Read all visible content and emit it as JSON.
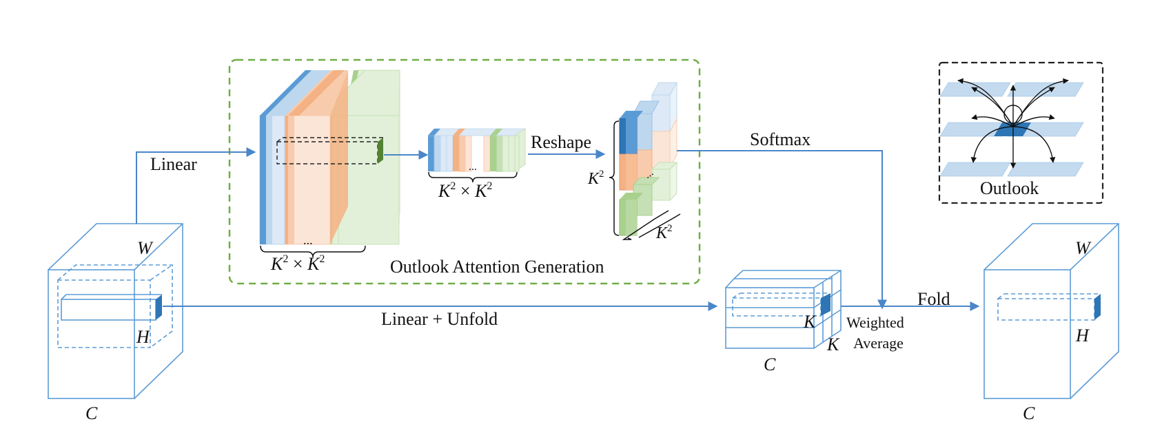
{
  "labels": {
    "linear": "Linear",
    "reshape": "Reshape",
    "softmax": "Softmax",
    "outlook": "Outlook",
    "linear_unfold": "Linear + Unfold",
    "generation_title": "Outlook Attention Generation",
    "fold": "Fold",
    "weighted": "Weighted",
    "average": "Average",
    "k2_base_1": "K",
    "k2_sup_1": "2",
    "times_1": "×",
    "k2_base_2": "K",
    "k2_sup_2": "2",
    "k2_base_3": "K",
    "k2_sup_3": "2",
    "times_2": "×",
    "k2_base_4": "K",
    "k2_sup_4": "2",
    "k2_left_base": "K",
    "k2_left_sup": "2",
    "k2_bottom_base": "K",
    "k2_bottom_sup": "2",
    "dots_1": "...",
    "dots_2": "...",
    "dots_3": "...",
    "left_W": "W",
    "left_H": "H",
    "left_C": "C",
    "mid_K1": "K",
    "mid_K2": "K",
    "mid_C": "C",
    "right_W": "W",
    "right_H": "H",
    "right_C": "C"
  },
  "colors": {
    "line_blue": "#5b9bd5",
    "arrow_blue": "#4a86c8",
    "dark_blue": "#2e75b6",
    "light_blue": "#bdd7ee",
    "paler_blue": "#dde9f6",
    "orange": "#f4b183",
    "light_orange": "#fbe5d6",
    "green": "#a9d18e",
    "light_green": "#e2f0d9",
    "dashed_green": "#70ad47",
    "box_black": "#222222"
  },
  "icons": {
    "outlook_icon": "outlook-attention-icon"
  }
}
